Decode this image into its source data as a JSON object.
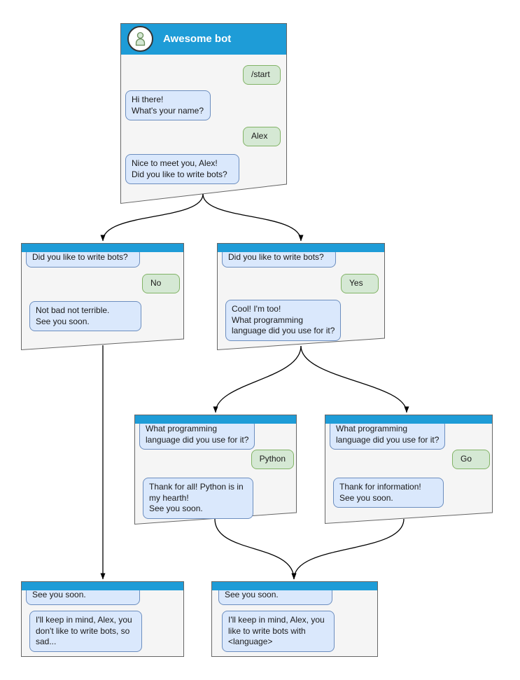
{
  "colors": {
    "header_blue": "#1e9cd7",
    "window_bg": "#f5f5f5",
    "window_border": "#666666",
    "bot_bubble_bg": "#dae8fc",
    "bot_bubble_border": "#6c8ebf",
    "user_bubble_bg": "#d5e8d4",
    "user_bubble_border": "#82b366",
    "arrow_color": "#000000"
  },
  "main_window": {
    "title": "Awesome bot",
    "avatar_icon": "person-icon",
    "messages": {
      "start": "/start",
      "greeting": "Hi there!\nWhat's your name?",
      "name": "Alex",
      "ask_bots": "Nice to meet you, Alex!\nDid you like to write bots?"
    }
  },
  "branch_no": {
    "question": "Did you like to write bots?",
    "answer": "No",
    "reply": "Not bad not terrible.\nSee you soon."
  },
  "branch_yes": {
    "question": "Did you like to write bots?",
    "answer": "Yes",
    "reply": "Cool! I'm too!\nWhat programming\nlanguage did you use for it?"
  },
  "branch_python": {
    "question": "What programming\nlanguage did you use for it?",
    "answer": "Python",
    "reply": "Thank for all! Python is in\nmy hearth!\nSee you soon."
  },
  "branch_go": {
    "question": "What programming\nlanguage did you use for it?",
    "answer": "Go",
    "reply": "Thank for information!\nSee you soon."
  },
  "end_no": {
    "question": "See you soon.",
    "reply": "I'll keep in mind, Alex, you\ndon't like to write bots, so\nsad..."
  },
  "end_yes": {
    "question": "See you soon.",
    "reply": "I'll keep in mind, Alex, you\nlike to write bots with\n<language>"
  }
}
